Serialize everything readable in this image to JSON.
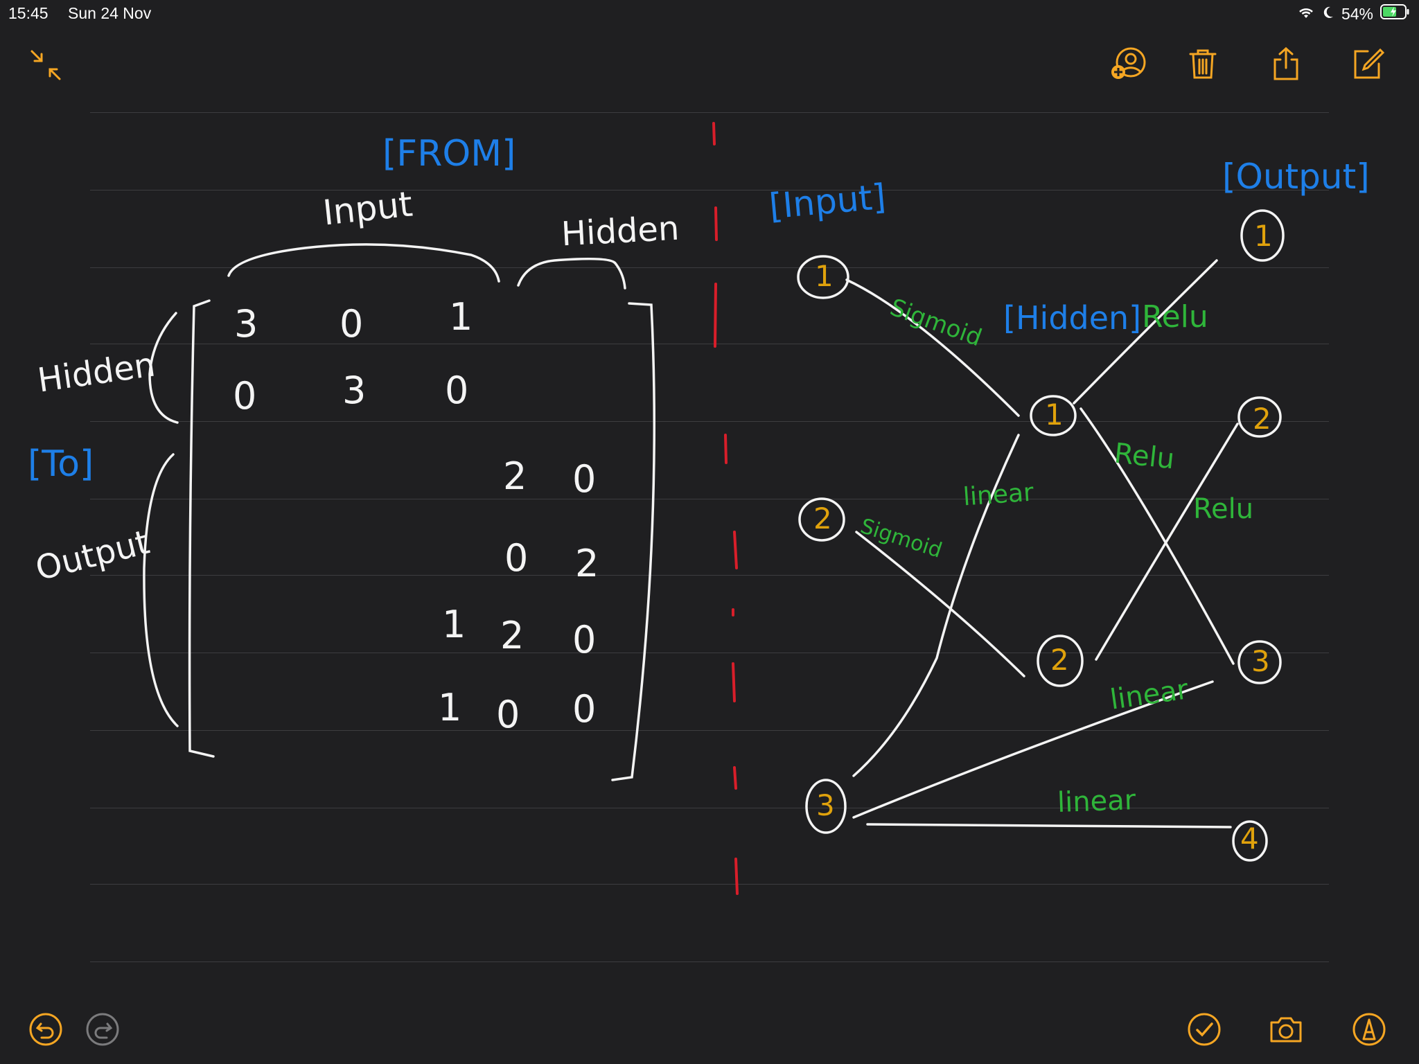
{
  "status_bar": {
    "time": "15:45",
    "date": "Sun 24 Nov",
    "battery": "54%"
  },
  "colors": {
    "accent": "#f5a623",
    "background": "#1f1f21",
    "ink_white": "#f4f4f4",
    "ink_blue": "#1e7fe8",
    "ink_green": "#2fb53a",
    "ink_orange": "#e0a20c",
    "ink_red": "#d81e2a"
  },
  "toolbar": {
    "icons": [
      "collapse-icon",
      "add-person-icon",
      "trash-icon",
      "share-icon",
      "compose-icon"
    ]
  },
  "bottom_toolbar": {
    "icons": [
      "undo-icon",
      "redo-icon",
      "checklist-icon",
      "camera-icon",
      "markup-icon"
    ]
  },
  "note": {
    "matrix": {
      "from_label": "[FROM]",
      "input_label": "Input",
      "hidden_label": "Hidden",
      "row_hidden_label": "Hidden",
      "to_label": "[To]",
      "row_output_label": "Output",
      "rows": [
        [
          "3",
          "0",
          "1",
          "",
          ""
        ],
        [
          "0",
          "3",
          "0",
          "",
          ""
        ],
        [
          "",
          "",
          "",
          "2",
          "0"
        ],
        [
          "",
          "",
          "",
          "0",
          "2"
        ],
        [
          "",
          "",
          "1",
          "2",
          "0"
        ],
        [
          "",
          "",
          "1",
          "0",
          "0"
        ]
      ]
    },
    "graph": {
      "input_title": "[Input]",
      "hidden_title": "[Hidden]",
      "output_title": "[Output]",
      "input_nodes": [
        "1",
        "2",
        "3"
      ],
      "hidden_nodes": [
        "1",
        "2"
      ],
      "output_nodes": [
        "1",
        "2",
        "3",
        "4"
      ],
      "edge_labels": {
        "sigmoid_1": "Sigmoid",
        "sigmoid_2": "Sigmoid",
        "relu_top": "Relu",
        "relu_mid": "Relu",
        "relu_right": "Relu",
        "linear_left": "linear",
        "linear_mid": "linear",
        "linear_bottom": "linear"
      }
    }
  }
}
